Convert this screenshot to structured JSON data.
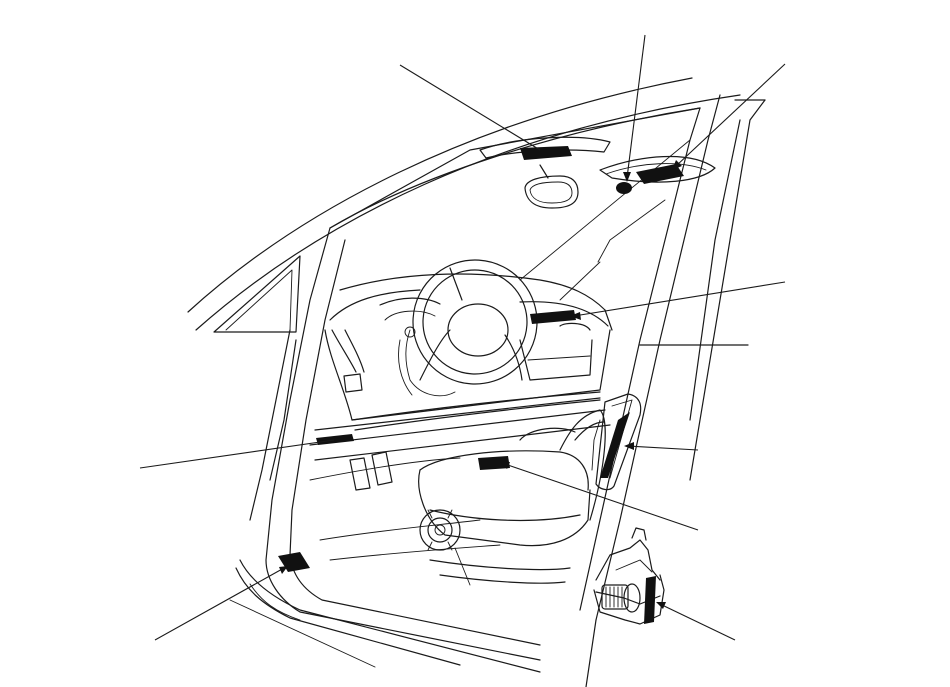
{
  "colors": {
    "line": "#1a1a1a",
    "label": "#111111",
    "background": "#ffffff"
  },
  "callouts": [
    {
      "id": "visor-label-driver"
    },
    {
      "id": "visor-label-passenger"
    },
    {
      "id": "headliner-label"
    },
    {
      "id": "dashboard-airbag-label"
    },
    {
      "id": "child-seat-label"
    },
    {
      "id": "under-seat-label"
    },
    {
      "id": "lower-door-label"
    },
    {
      "id": "sill-label"
    },
    {
      "id": "pretensioner-label"
    }
  ]
}
